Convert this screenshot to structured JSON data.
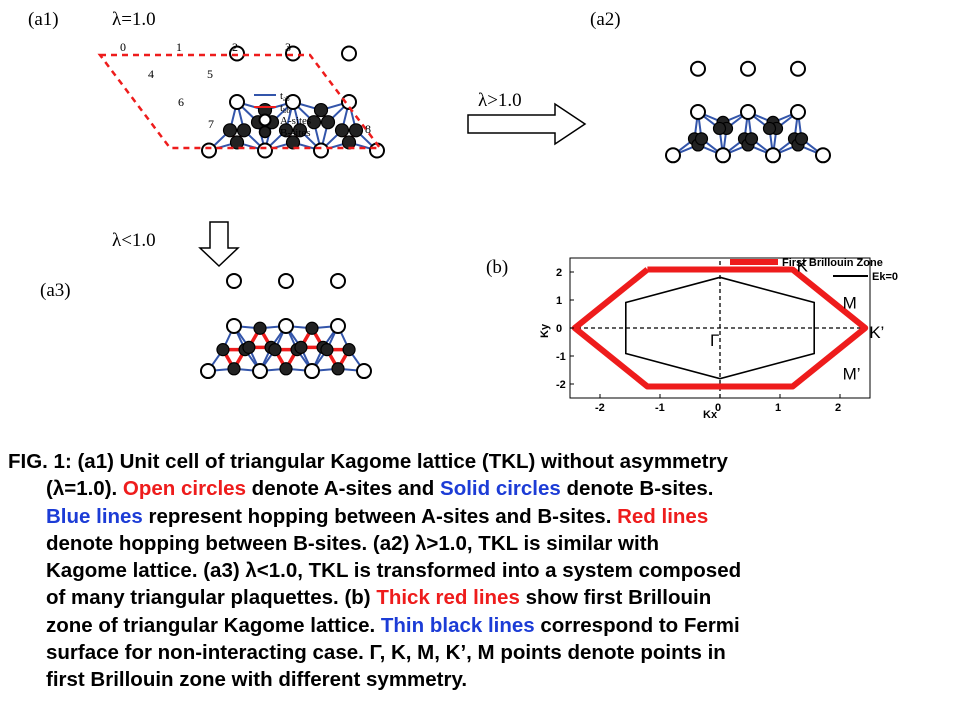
{
  "panels": {
    "a1": {
      "label": "(a1)",
      "lambda": "λ=1.0",
      "site_numbers": [
        "0",
        "1",
        "2",
        "3",
        "4",
        "5",
        "6",
        "7",
        "8"
      ],
      "legend": [
        "t",
        "t",
        "A-sites",
        "B-sites"
      ],
      "legend_sub": [
        "ab",
        "bb"
      ]
    },
    "a2": {
      "label": "(a2)",
      "lambda": "λ>1.0"
    },
    "a3": {
      "label": "(a3)",
      "lambda": "λ<1.0"
    },
    "b": {
      "label": "(b)"
    }
  },
  "colors": {
    "red": "#ee1c1c",
    "blue": "#3355aa",
    "black": "#000000"
  },
  "chart_data": {
    "type": "line",
    "xlabel": "Kx",
    "ylabel": "Ky",
    "xlim": [
      -2.5,
      2.5
    ],
    "ylim": [
      -2.5,
      2.5
    ],
    "x_ticks": [
      -2,
      -1,
      0,
      1,
      2
    ],
    "y_ticks": [
      2,
      1,
      0,
      -1,
      -2
    ],
    "x_tick_labels": [
      "-2",
      "-1",
      "0",
      "1",
      "2"
    ],
    "y_tick_labels": [
      "2",
      "1",
      "0",
      "-1",
      "-2"
    ],
    "legend_placement": "top-right",
    "series": [
      {
        "name": "First Brillouin Zone",
        "color": "#ee1c1c",
        "x": [
          -1.21,
          1.21,
          2.42,
          1.21,
          -1.21,
          -2.42,
          -1.21
        ],
        "y": [
          2.09,
          2.09,
          0,
          -2.09,
          -2.09,
          0,
          2.09
        ]
      },
      {
        "name": "Ek=0",
        "color": "#000000",
        "x": [
          0,
          1.57,
          1.57,
          0,
          -1.57,
          -1.57,
          0
        ],
        "y": [
          1.81,
          0.91,
          -0.91,
          -1.81,
          -0.91,
          0.91,
          1.81
        ]
      }
    ],
    "points": [
      {
        "label": "K",
        "x": 1.21,
        "y": 2.09
      },
      {
        "label": "M",
        "x": 1.81,
        "y": 1.05
      },
      {
        "label": "Γ",
        "x": 0,
        "y": 0
      },
      {
        "label": "K’",
        "x": 2.42,
        "y": 0
      },
      {
        "label": "M’",
        "x": 1.81,
        "y": -1.05
      }
    ]
  },
  "caption": {
    "line1": "FIG. 1: (a1) Unit cell of triangular Kagome lattice (TKL) without asymmetry",
    "line2a": "(λ=1.0). ",
    "line2b": "Open circles",
    "line2c": " denote A-sites and ",
    "line2d": "Solid circles",
    "line2e": " denote B-sites.",
    "line3a": "Blue lines",
    "line3b": " represent hopping between A-sites and B-sites. ",
    "line3c": "Red lines",
    "line4": "denote hopping between B-sites. (a2) λ>1.0, TKL is similar with",
    "line5": "Kagome lattice. (a3) λ<1.0, TKL is transformed into a system composed",
    "line6a": "of many triangular plaquettes. (b) ",
    "line6b": "Thick red lines",
    "line6c": " show first Brillouin",
    "line7a": "zone of triangular Kagome lattice. ",
    "line7b": "Thin black lines",
    "line7c": " correspond to Fermi",
    "line8": "surface for non-interacting case. Γ, K, M, K’, M points denote points in",
    "line9": "first Brillouin zone with different symmetry."
  }
}
